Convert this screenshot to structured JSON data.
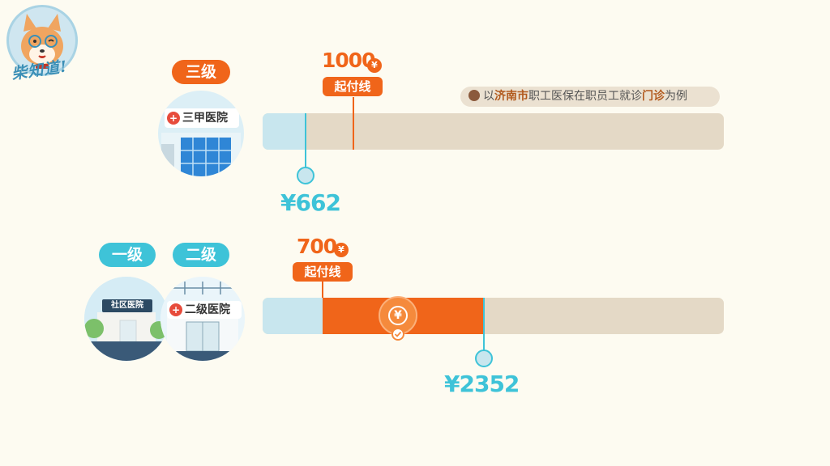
{
  "logo": {
    "text": "柴知道!"
  },
  "note": {
    "prefix": "以",
    "city": "济南市",
    "middle": "职工医保在职员工就诊",
    "type": "门诊",
    "suffix": "为例"
  },
  "tier3": {
    "level_label": "三级",
    "hospital_sign": "三甲医院",
    "threshold_amount": "1000",
    "threshold_currency": "¥",
    "threshold_label": "起付线",
    "cost": "¥662"
  },
  "tier12": {
    "level1_label": "一级",
    "level2_label": "二级",
    "hospital1_sign": "社区医院",
    "hospital2_sign": "二级医院",
    "threshold_amount": "700",
    "threshold_currency": "¥",
    "threshold_label": "起付线",
    "coin_symbol": "¥",
    "cost": "¥2352"
  },
  "colors": {
    "accent_orange": "#f0651a",
    "accent_teal": "#3ec3d8",
    "bar_track": "#e4d9c6",
    "bar_fill_blue": "#c8e6ee",
    "background": "#fdfbf1"
  }
}
